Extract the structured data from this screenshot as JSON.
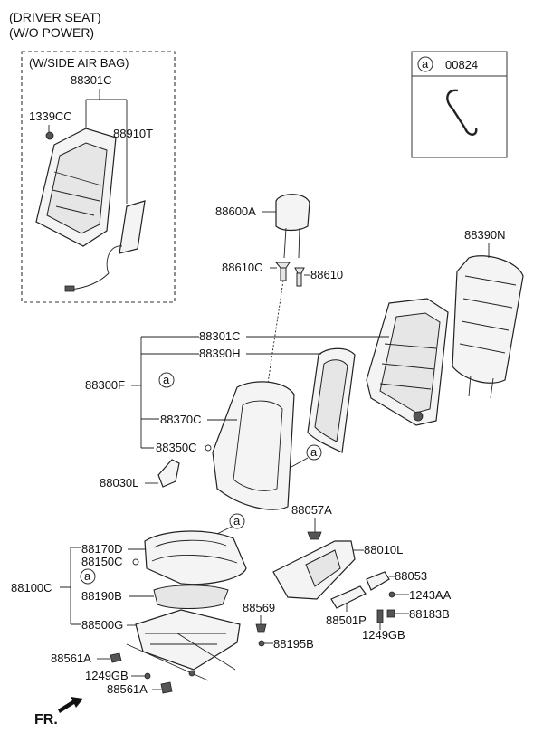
{
  "header": {
    "line1": "(DRIVER SEAT)",
    "line2": "(W/O POWER)"
  },
  "side_airbag_box": {
    "title": "(W/SIDE AIR BAG)",
    "labels": [
      "88301C",
      "1339CC",
      "88910T"
    ]
  },
  "legend_box": {
    "circle_letter": "a",
    "part": "00824"
  },
  "callouts": {
    "circle_letter": "a"
  },
  "labels": {
    "headrest": "88600A",
    "guide_c": "88610C",
    "guide": "88610",
    "back_pad": "88390N",
    "frame": "88301C",
    "pad_h": "88390H",
    "back_assy": "88300F",
    "cover": "88370C",
    "pad_c": "88350C",
    "knob": "88030L",
    "clip": "88057A",
    "shield": "88010L",
    "cushion_cover": "88170D",
    "cushion_pad": "88150C",
    "cushion_assy": "88100C",
    "cushion_sub": "88190B",
    "screw_a": "88569",
    "track": "88500G",
    "screw_b": "88195B",
    "handle": "88053",
    "bolt_a": "1243AA",
    "lever": "88501P",
    "bolt_b": "88183B",
    "bolt_c": "1249GB",
    "cap_a": "88561A",
    "bolt_d": "1249GB",
    "cap_b": "88561A"
  },
  "direction": {
    "label": "FR."
  }
}
